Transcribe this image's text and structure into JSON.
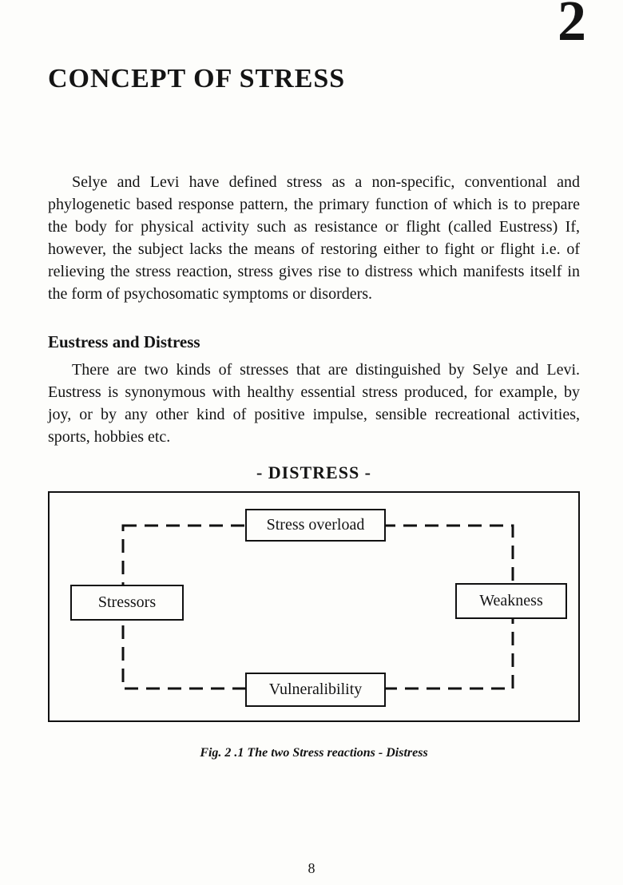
{
  "page": {
    "chapter_number": "2",
    "title": "CONCEPT OF STRESS",
    "paragraph_intro": "Selye and Levi have defined stress as a non-specific, conventional and phylogenetic based response pattern, the primary function of which is to prepare the body for physical activity such as resistance or flight (called Eustress) If, however, the subject lacks the means of restoring either to fight or flight i.e. of relieving the stress reaction, stress gives rise to distress which manifests itself in the form of psychosomatic symptoms or disorders.",
    "section_heading": "Eustress and Distress",
    "paragraph_eustress": "There are two kinds of stresses that are distinguished by Selye and Levi. Eustress is synonymous with healthy essential stress produced, for example, by joy, or by any other kind of positive impulse, sensible recreational activities, sports, hobbies etc.",
    "diagram": {
      "title": "- DISTRESS -",
      "boxes": {
        "top": "Stress overload",
        "left": "Stressors",
        "right": "Weakness",
        "bottom": "Vulneralibility"
      },
      "line_color": "#111111"
    },
    "figure_caption": "Fig. 2 .1 The two Stress reactions - Distress",
    "page_number": "8"
  }
}
